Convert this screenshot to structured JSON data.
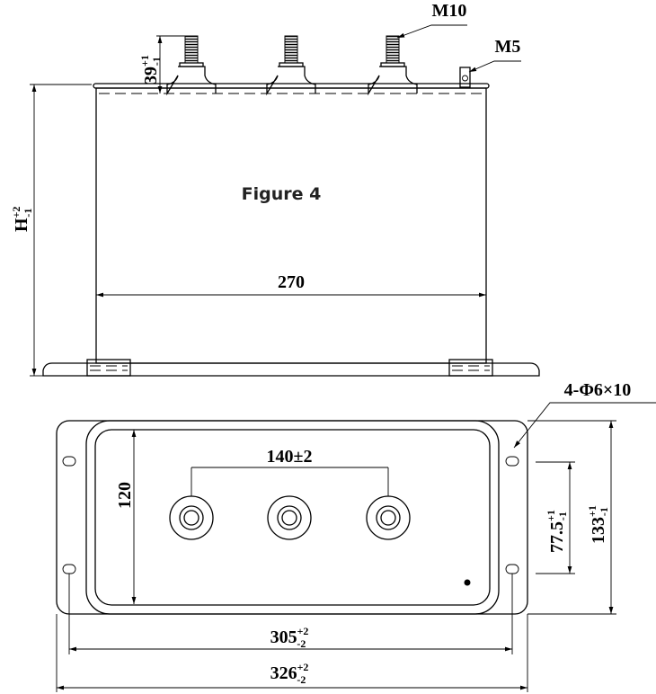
{
  "figure_title": "Figure 4",
  "side_view": {
    "height_label": {
      "base": "H",
      "upper": "+2",
      "lower": "-1"
    },
    "terminal_height": {
      "base": "39",
      "upper": "+1",
      "lower": "-1"
    },
    "width_label": "270",
    "terminal_thread": "M10",
    "ground_thread": "M5"
  },
  "top_view": {
    "depth_label": "120",
    "terminal_spacing": "140±2",
    "mount_holes": "4-Φ6×10",
    "hole_spacing_depth": {
      "base": "77.5",
      "upper": "+1",
      "lower": "-1"
    },
    "overall_depth": {
      "base": "133",
      "upper": "+1",
      "lower": "-1"
    },
    "hole_spacing_width": {
      "base": "305",
      "upper": "+2",
      "lower": "-2"
    },
    "overall_width": {
      "base": "326",
      "upper": "+2",
      "lower": "-2"
    }
  }
}
